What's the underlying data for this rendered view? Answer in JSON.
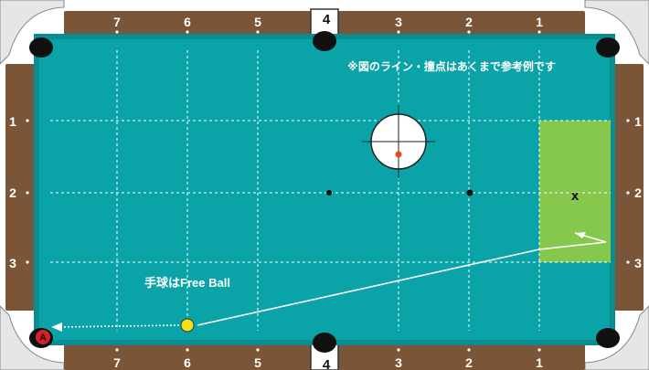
{
  "colors": {
    "rail_wood": "#7a5538",
    "cloth": "#0aa3a8",
    "cloth_edge": "#0a8d91",
    "green_zone": "#86c84e",
    "pocket": "#101010",
    "cueball": "#f5e018",
    "target_dot": "#e8491d",
    "lines": "#ffffff",
    "label_red": "#d8202a"
  },
  "diamonds": {
    "top": [
      "7",
      "6",
      "5",
      "4",
      "3",
      "2",
      "1"
    ],
    "bottom": [
      "7",
      "6",
      "5",
      "4",
      "3",
      "2",
      "1"
    ],
    "left": [
      "1",
      "2",
      "3"
    ],
    "right": [
      "1",
      "2",
      "3"
    ]
  },
  "note": "※図のライン・撞点はあくまで参考例です",
  "cueball_label": "手球はFree Ball",
  "pocket_label": "A",
  "zone_mark": "x"
}
